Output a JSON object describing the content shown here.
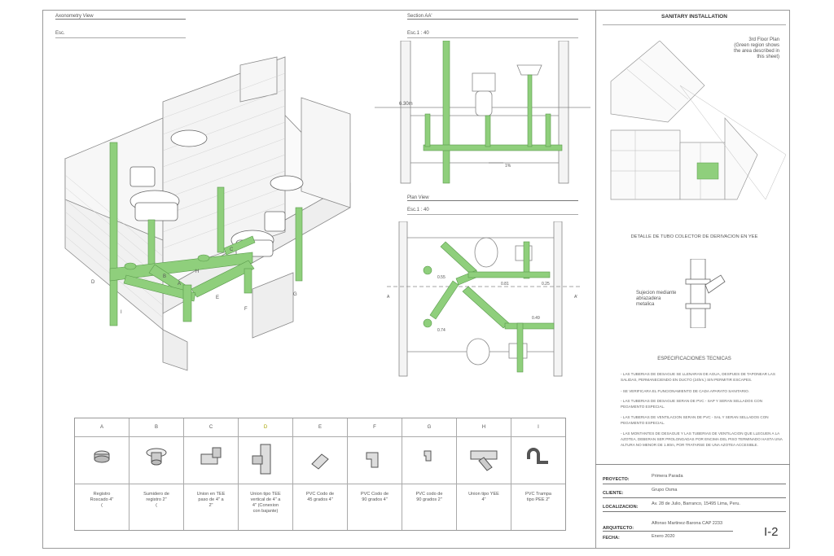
{
  "sheet": {
    "axonometry_title": "Axonometry View",
    "axonometry_scale": "Esc.",
    "section_title": "Section AA'",
    "section_scale": "Esc.1 : 40",
    "plan_title": "Plan View",
    "plan_scale": "Esc.1 : 40",
    "level": "6.30m",
    "slope": "1%",
    "plan_dims": [
      "0.55",
      "0.81",
      "0.25",
      "0.49",
      "0.74"
    ],
    "section_marks": [
      "A",
      "A'"
    ],
    "axo_points": [
      "A",
      "B",
      "C",
      "D",
      "E",
      "F",
      "G",
      "H",
      "I"
    ]
  },
  "panel": {
    "title": "SANITARY INSTALLATION",
    "floor_plan_note": "3rd Floor Plan\n(Green region shows\nthe area described in\nthis sheet)",
    "detail_title": "DETALLE DE TUBO COLECTOR DE DERIVACION EN YEE",
    "detail_note": "Sujecion mediante\nabrazadera\nmetalica",
    "specs_title": "ESPECIFICACIONES TECNICAS",
    "specs": [
      "- LAS TUBERIAS DE DESAGUE SE LLENARAN DE AGUA, DESPUES DE TAPONEAR LAS SALIDAS, PERMANECIENDO EN DUCTO (24hrs.) SIN PERMITIR ESCAPES.",
      "- SE VERIFICARA EL FUNCIONAMIENTO DE CADA APARATO SANITARIO.",
      "- LAS TUBERIAS DE DESAGUE SERAN DE PVC - SAP Y SERAN SELLADOS CON PEGAMENTO ESPECIAL.",
      "- LAS TUBERIAS DE VENTILACION SERAN DE PVC - SAL Y SERAN SELLADOS CON PEGAMENTO ESPECIAL.",
      "- LAS MONTANTES DE DESAGUE Y LAS TUBERIAS DE VENTILACION QUE LLEGUEN A LA AZOTEA, DEBERAN SER PROLONGADAS POR ENCIMA DEL PISO TERMINADO HASTA UNA ALTURA NO MENOR DE 1.80m, POR TRATARSE DE UNA AZOTEA ACCESIBLE."
    ]
  },
  "titleblock": {
    "rows": [
      {
        "key": "PROYECTO:",
        "value": "Primera Parada"
      },
      {
        "key": "CLIENTE:",
        "value": "Grupo Osma"
      },
      {
        "key": "LOCALIZACION:",
        "value": "Av. 28 de Julio, Barranco, 15495 Lima, Peru."
      },
      {
        "key": "ARQUITECTO:",
        "value": "Alfonso Martinez-Barona CAP 2233"
      },
      {
        "key": "FECHA:",
        "value": "Enero 2020"
      }
    ],
    "sheet_number": "I-2"
  },
  "legend": [
    {
      "letter": "A",
      "desc": "Registro\nRoscado 4\"\n(",
      "icon": "cleanout-plug-icon"
    },
    {
      "letter": "B",
      "desc": "Sumidero de\nregistro 2\"\n(",
      "icon": "floor-drain-icon"
    },
    {
      "letter": "C",
      "desc": "Union en TEE\npaso de 4\" a\n2\"",
      "icon": "tee-fitting-icon"
    },
    {
      "letter": "D",
      "desc": "Union tipo TEE\nvertical de 4\" a\n4\" (Conexion\ncon bajante)",
      "icon": "vertical-tee-icon"
    },
    {
      "letter": "E",
      "desc": "PVC Codo de\n45 grados 4\"",
      "icon": "elbow-45-icon"
    },
    {
      "letter": "F",
      "desc": "PVC Codo de\n90 grados 4\"",
      "icon": "elbow-90-icon"
    },
    {
      "letter": "G",
      "desc": "PVC codo de\n90 grados 2\"",
      "icon": "small-elbow-icon"
    },
    {
      "letter": "H",
      "desc": "Union tipo YEE\n4\"",
      "icon": "wye-fitting-icon"
    },
    {
      "letter": "I",
      "desc": "PVC Trampa\ntipo PEE 2\"",
      "icon": "p-trap-icon"
    }
  ],
  "colors": {
    "pipe": "#8fcf7c",
    "pipe_stroke": "#5a9a4c",
    "line": "#777777"
  }
}
